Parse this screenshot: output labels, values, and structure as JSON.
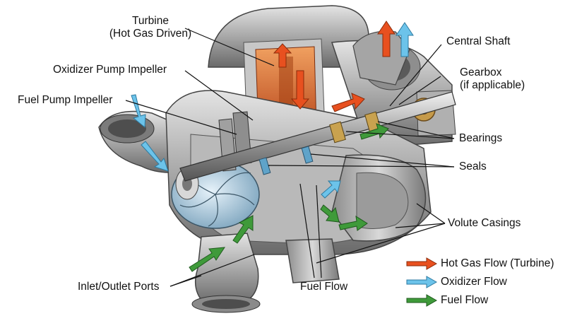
{
  "labels": {
    "turbine_line1": "Turbine",
    "turbine_line2": "(Hot Gas Driven)",
    "oxidizer_pump_impeller": "Oxidizer Pump Impeller",
    "fuel_pump_impeller": "Fuel Pump Impeller",
    "central_shaft": "Central Shaft",
    "gearbox_line1": "Gearbox",
    "gearbox_line2": "(if applicable)",
    "bearings": "Bearings",
    "seals": "Seals",
    "volute_casings": "Volute Casings",
    "inlet_outlet_ports": "Inlet/Outlet Ports",
    "fuel_flow": "Fuel Flow"
  },
  "legend": [
    {
      "label": "Hot Gas Flow (Turbine)",
      "color": "#e8501f"
    },
    {
      "label": "Oxidizer Flow",
      "color": "#6cc3ea"
    },
    {
      "label": "Fuel Flow",
      "color": "#3f9a3a"
    }
  ],
  "colors": {
    "metal_light": "#c9c9c9",
    "metal_mid": "#9a9a9a",
    "metal_dark": "#5e5e5e",
    "cutaway": "#b5b5b5",
    "hot_interior": "#d9662c"
  }
}
